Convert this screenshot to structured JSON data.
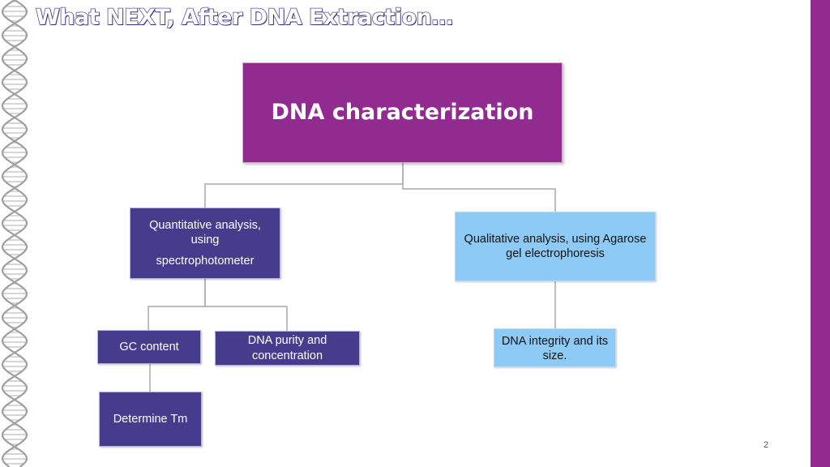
{
  "slide": {
    "title": "What NEXT, After DNA Extraction…",
    "page_number": "2",
    "colors": {
      "accent_purple": "#922b8f",
      "dark_blue_box": "#463c8e",
      "light_blue_box": "#8dcaf6",
      "title_outline": "#5e4fa5"
    }
  },
  "diagram": {
    "root": "DNA characterization",
    "quantitative": {
      "line1": "Quantitative analysis,",
      "line2": "using",
      "line3": "spectrophotometer"
    },
    "qualitative": {
      "line1": "Qualitative analysis, using Agarose",
      "line2": "gel electrophoresis"
    },
    "gc_content": "GC content",
    "dna_purity": {
      "line1": "DNA purity and",
      "line2": "concentration"
    },
    "integrity": {
      "line1": "DNA integrity and its",
      "line2": "size."
    },
    "determine_tm": "Determine Tm"
  },
  "decor": {
    "left_strip_icon": "dna-helix-icon"
  }
}
